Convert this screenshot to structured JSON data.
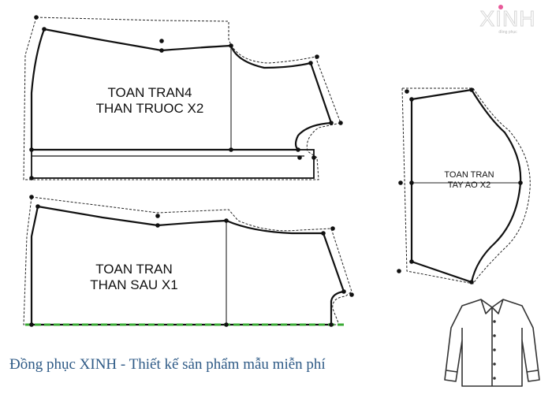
{
  "pieces": {
    "front": {
      "line1": "TOAN TRAN4",
      "line2": "THAN TRUOC X2"
    },
    "back": {
      "line1": "TOAN TRAN",
      "line2": "THAN SAU X1"
    },
    "sleeve": {
      "line1": "TOAN TRAN",
      "line2": "TAY AO X2"
    }
  },
  "caption": "Đồng phục XINH  - Thiết kế sản phẩm mẫu miễn phí",
  "logo": {
    "text": "XINH",
    "sub": "đồng phục"
  },
  "colors": {
    "outline": "#111111",
    "seam_line": "#555555",
    "fold_line": "#3aaa35",
    "caption": "#2e5a86",
    "logo_dot": "#e85a9a"
  },
  "icons": {
    "shirt": "shirt-icon"
  }
}
